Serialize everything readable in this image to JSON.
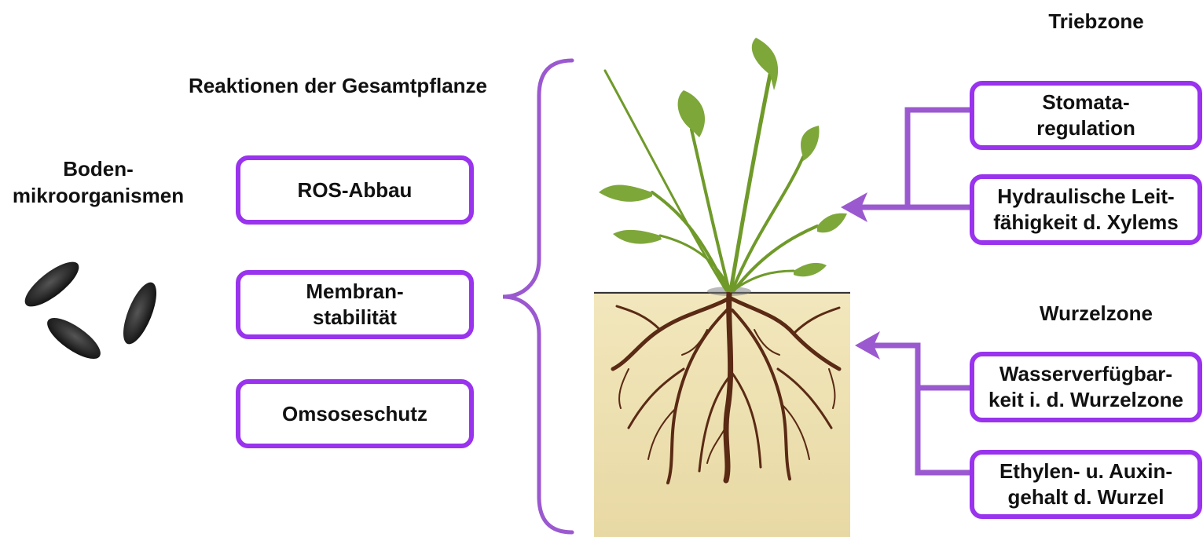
{
  "colors": {
    "accent": "#9933ee",
    "soil": "#ede0ae",
    "root": "#5a2a14",
    "leaf": "#7ea73a",
    "stem": "#6f9a2a",
    "microbe": "#2a2a2a"
  },
  "left": {
    "title": "Reaktionen der Gesamtpflanze",
    "microbes_label": "Boden-\nmikroorganismen",
    "boxes": [
      "ROS-Abbau",
      "Membran-\nstabilität",
      "Omsoseschutz"
    ]
  },
  "right": {
    "shoot_zone": {
      "title": "Triebzone",
      "boxes": [
        "Stomata-\nregulation",
        "Hydraulische Leit-\nfähigkeit d. Xylems"
      ]
    },
    "root_zone": {
      "title": "Wurzelzone",
      "boxes": [
        "Wasserverfügbar-\nkeit i. d. Wurzelzone",
        "Ethylen- u. Auxin-\ngehalt d. Wurzel"
      ]
    }
  },
  "icons": {
    "microbes": "bacteria-icon",
    "plant": "plant-icon"
  }
}
